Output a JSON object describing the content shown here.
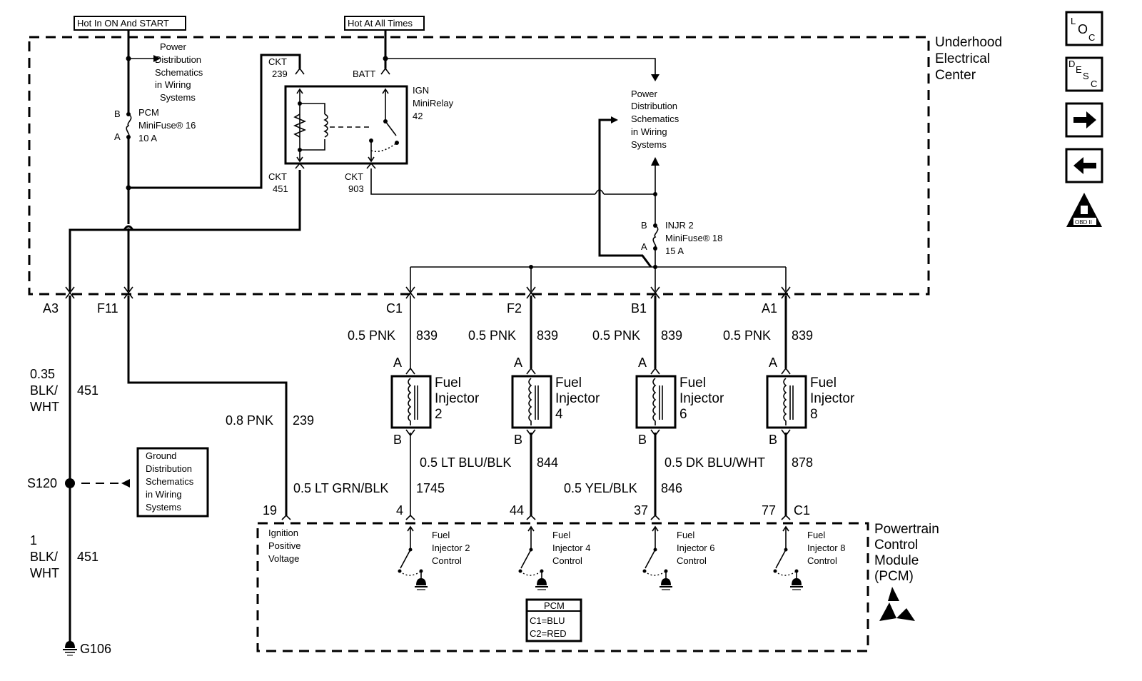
{
  "source_labels": {
    "hot_in_on_start": "Hot In ON And START",
    "hot_at_all_times": "Hot At All Times"
  },
  "underhood": {
    "title_lines": [
      "Underhood",
      "Electrical",
      "Center"
    ],
    "power_dist_ref_1": [
      "Power",
      "Distribution",
      "Schematics",
      "in Wiring",
      "Systems"
    ],
    "power_dist_ref_2": [
      "Power",
      "Distribution",
      "Schematics",
      "in Wiring",
      "Systems"
    ],
    "pcm_fuse": {
      "pin_b": "B",
      "pin_a": "A",
      "lines": [
        "PCM",
        "MiniFuse® 16",
        "10 A"
      ]
    },
    "injr_fuse": {
      "pin_b": "B",
      "pin_a": "A",
      "lines": [
        "INJR 2",
        "MiniFuse® 18",
        "15 A"
      ]
    },
    "relay": {
      "lines": [
        "IGN",
        "MiniRelay",
        "42"
      ],
      "ckt_239": [
        "CKT",
        "239"
      ],
      "batt": "BATT",
      "ckt_451": [
        "CKT",
        "451"
      ],
      "ckt_903": [
        "CKT",
        "903"
      ]
    }
  },
  "connectors": {
    "a3": "A3",
    "f11": "F11",
    "inj2": "C1",
    "inj4": "F2",
    "inj6": "B1",
    "inj8": "A1",
    "inj8_conn": "C1"
  },
  "ground_circuit": {
    "upper_wire": [
      "0.35",
      "BLK/",
      "WHT"
    ],
    "upper_circuit": "451",
    "splice": "S120",
    "lower_wire": [
      "1",
      "BLK/",
      "WHT"
    ],
    "lower_circuit": "451",
    "ground": "G106",
    "ground_ref": [
      "Ground",
      "Distribution",
      "Schematics",
      "in Wiring",
      "Systems"
    ]
  },
  "ignition_feed": {
    "wire": "0.8 PNK",
    "circuit": "239",
    "pcm_pin": "19"
  },
  "injectors": [
    {
      "name_lines": [
        "Fuel",
        "Injector",
        "2"
      ],
      "pin_a": "A",
      "pin_b": "B",
      "feed_wire": "0.5 PNK",
      "feed_circuit": "839",
      "ctrl_wire": "0.5 LT GRN/BLK",
      "ctrl_circuit": "1745",
      "pcm_pin": "4",
      "pcm_label": [
        "Fuel",
        "Injector 2",
        "Control"
      ]
    },
    {
      "name_lines": [
        "Fuel",
        "Injector",
        "4"
      ],
      "pin_a": "A",
      "pin_b": "B",
      "feed_wire": "0.5 PNK",
      "feed_circuit": "839",
      "ctrl_wire": "0.5 LT BLU/BLK",
      "ctrl_circuit": "844",
      "pcm_pin": "44",
      "pcm_label": [
        "Fuel",
        "Injector 4",
        "Control"
      ]
    },
    {
      "name_lines": [
        "Fuel",
        "Injector",
        "6"
      ],
      "pin_a": "A",
      "pin_b": "B",
      "feed_wire": "0.5 PNK",
      "feed_circuit": "839",
      "ctrl_wire": "0.5 YEL/BLK",
      "ctrl_circuit": "846",
      "pcm_pin": "37",
      "pcm_label": [
        "Fuel",
        "Injector 6",
        "Control"
      ]
    },
    {
      "name_lines": [
        "Fuel",
        "Injector",
        "8"
      ],
      "pin_a": "A",
      "pin_b": "B",
      "feed_wire": "0.5 PNK",
      "feed_circuit": "839",
      "ctrl_wire": "0.5 DK BLU/WHT",
      "ctrl_circuit": "878",
      "pcm_pin": "77",
      "pcm_label": [
        "Fuel",
        "Injector 8",
        "Control"
      ]
    }
  ],
  "pcm": {
    "title_lines": [
      "Powertrain",
      "Control",
      "Module",
      "(PCM)"
    ],
    "ign_label": [
      "Ignition",
      "Positive",
      "Voltage"
    ],
    "pcm_pin_connector": "C1",
    "legend_title": "PCM",
    "legend_lines": [
      "C1=BLU",
      "C2=RED"
    ]
  },
  "nav": {
    "loc": {
      "l": "L",
      "o": "O",
      "c": "C"
    },
    "desc": {
      "d": "D",
      "e": "E",
      "s": "S",
      "c": "C"
    },
    "next": "next",
    "prev": "prev",
    "obd": "OBD II"
  }
}
